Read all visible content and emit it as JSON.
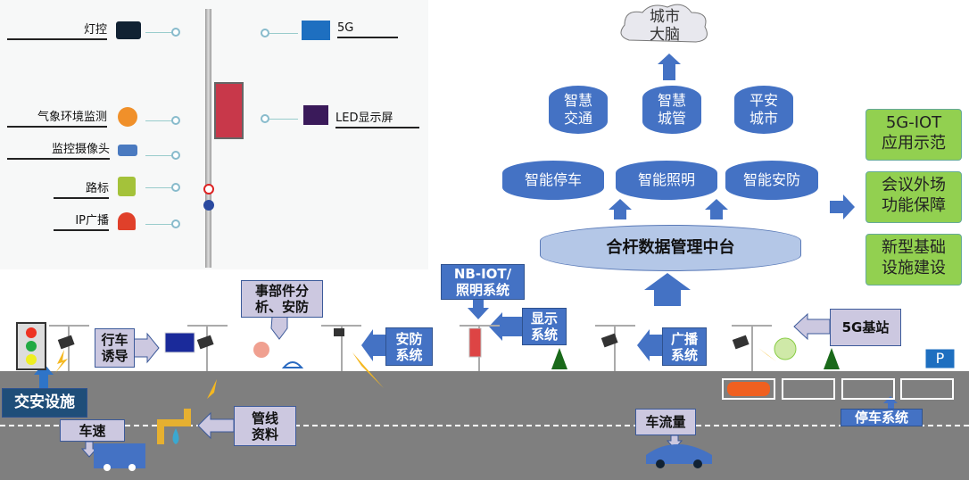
{
  "pole_panel": {
    "labels": {
      "light_control": "灯控",
      "weather": "气象环境监测",
      "camera": "监控摄像头",
      "road_sign": "路标",
      "ip_broadcast": "IP广播",
      "fiveg": "5G",
      "led_screen": "LED显示屏"
    }
  },
  "architecture": {
    "cloud": "城市大脑",
    "top_row": [
      "智慧\n交通",
      "智慧\n城管",
      "平安\n城市"
    ],
    "mid_row": [
      "智能停车",
      "智能照明",
      "智能安防"
    ],
    "platform": "合杆数据管理中台",
    "outcomes": [
      "5G-IOT\n应用示范",
      "会议外场\n功能保障",
      "新型基础\n设施建设"
    ]
  },
  "street": {
    "event": "事部件分\n析、安防",
    "nbiot": "NB-IOT/\n照明系统",
    "display": "显示\n系统",
    "security": "安防\n系统",
    "broadcast": "广播\n系统",
    "fiveg_station": "5G基站",
    "guidance": "行车\n诱导",
    "traffic_facility": "交安设施",
    "speed": "车速",
    "pipeline": "管线\n资料",
    "traffic_flow": "车流量",
    "parking": "停车系统",
    "parking_sign": "P"
  },
  "colors": {
    "blue": "#4472c4",
    "green": "#92d050",
    "lavender": "#ccc8e0",
    "road": "#7f7f7f"
  }
}
